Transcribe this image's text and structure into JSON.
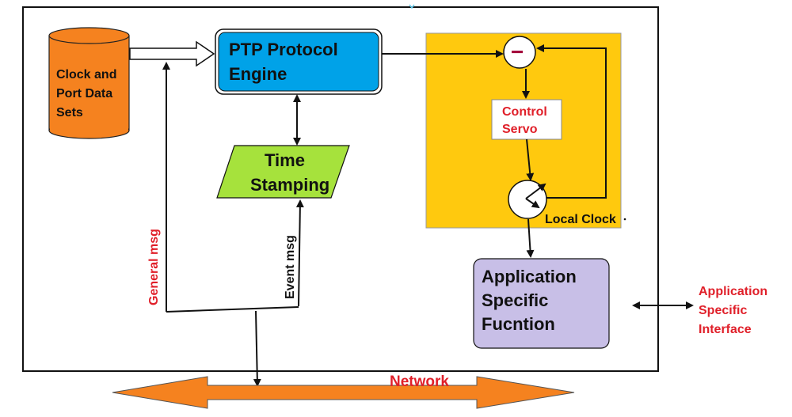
{
  "colors": {
    "database": "#f5821f",
    "ptp_engine": "#00a2e8",
    "time_stamping": "#a6e23c",
    "servo_panel": "#ffc90e",
    "application": "#c8bfe7",
    "network_arrow": "#f5821f",
    "red_text": "#e0202a",
    "minus_sign": "#a3003a"
  },
  "database": {
    "label_line1": "Clock and",
    "label_line2": "Port Data",
    "label_line3": "Sets"
  },
  "ptp_engine": {
    "label_line1": "PTP Protocol",
    "label_line2": "Engine"
  },
  "time_stamping": {
    "label_line1": "Time",
    "label_line2": "Stamping"
  },
  "servo": {
    "subtract_symbol": "−",
    "control_line1": "Control",
    "control_line2": "Servo",
    "local_clock_label": "Local Clock"
  },
  "application": {
    "label_line1": "Application",
    "label_line2": "Specific",
    "label_line3": "Fucntion"
  },
  "interface": {
    "label_line1": "Application",
    "label_line2": "Specific",
    "label_line3": "Interface"
  },
  "messages": {
    "general": "General msg",
    "event": "Event msg"
  },
  "network": {
    "label": "Network"
  }
}
